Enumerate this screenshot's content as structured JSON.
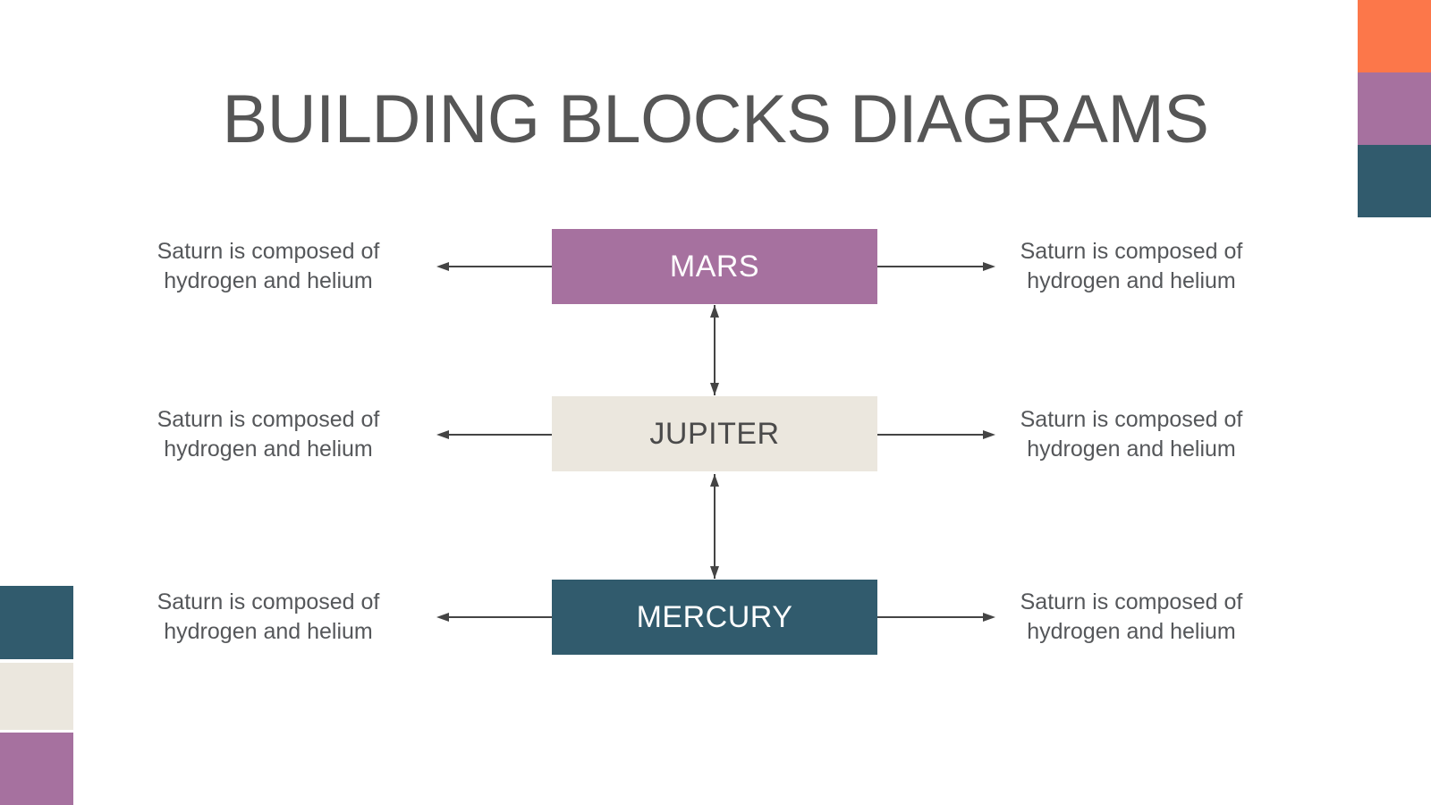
{
  "title": "BUILDING BLOCKS DIAGRAMS",
  "palette": {
    "orange": "#fc774a",
    "purple": "#a6719f",
    "teal": "#315b6d",
    "cream": "#ebe7de",
    "title_gray": "#565656",
    "label_gray": "#55575a",
    "dark_text": "#4a4a4a",
    "white": "#ffffff",
    "arrow": "#444444"
  },
  "rows": [
    {
      "id": "mars",
      "label": "MARS",
      "left_text": [
        "Saturn is composed of",
        "hydrogen and helium"
      ],
      "right_text": [
        "Saturn is composed of",
        "hydrogen and helium"
      ]
    },
    {
      "id": "jupiter",
      "label": "JUPITER",
      "left_text": [
        "Saturn is composed of",
        "hydrogen and helium"
      ],
      "right_text": [
        "Saturn is composed of",
        "hydrogen and helium"
      ]
    },
    {
      "id": "mercury",
      "label": "MERCURY",
      "left_text": [
        "Saturn is composed of",
        "hydrogen and helium"
      ],
      "right_text": [
        "Saturn is composed of",
        "hydrogen and helium"
      ]
    }
  ],
  "decorations": {
    "top_right_colors": [
      "orange",
      "purple",
      "teal"
    ],
    "bottom_left_colors": [
      "teal",
      "cream",
      "purple"
    ]
  }
}
